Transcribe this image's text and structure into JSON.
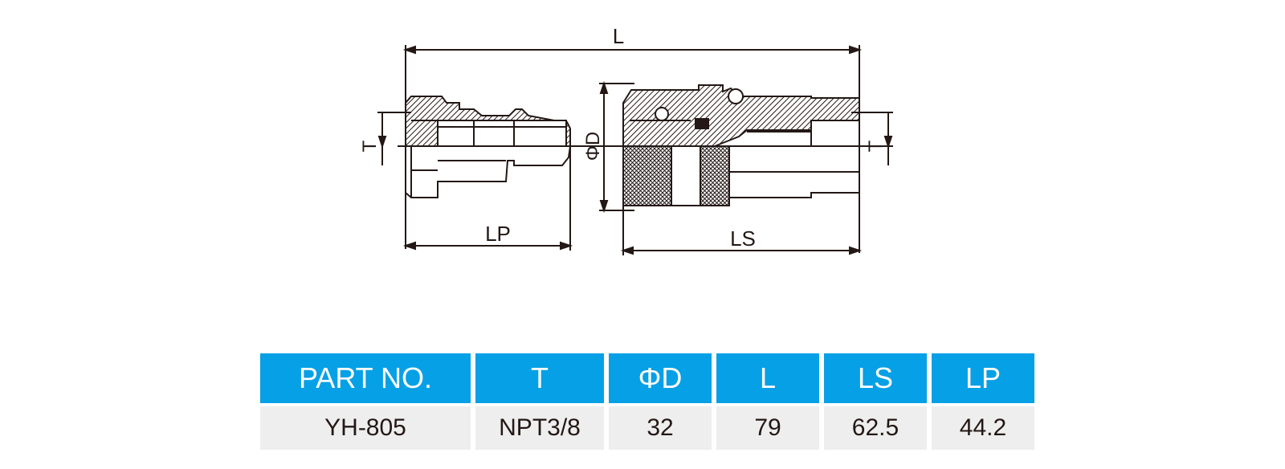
{
  "drawing": {
    "dimension_labels": {
      "L": "L",
      "LP": "LP",
      "LS": "LS",
      "D": "ΦD",
      "T_left": "T",
      "T_right": "T"
    }
  },
  "table": {
    "headers": [
      "PART NO.",
      "T",
      "ΦD",
      "L",
      "LS",
      "LP"
    ],
    "rows": [
      [
        "YH-805",
        "NPT3/8",
        "32",
        "79",
        "62.5",
        "44.2"
      ]
    ]
  },
  "colors": {
    "header_bg": "#06a0e6",
    "row_bg": "#eeeeee",
    "line": "#231815"
  }
}
